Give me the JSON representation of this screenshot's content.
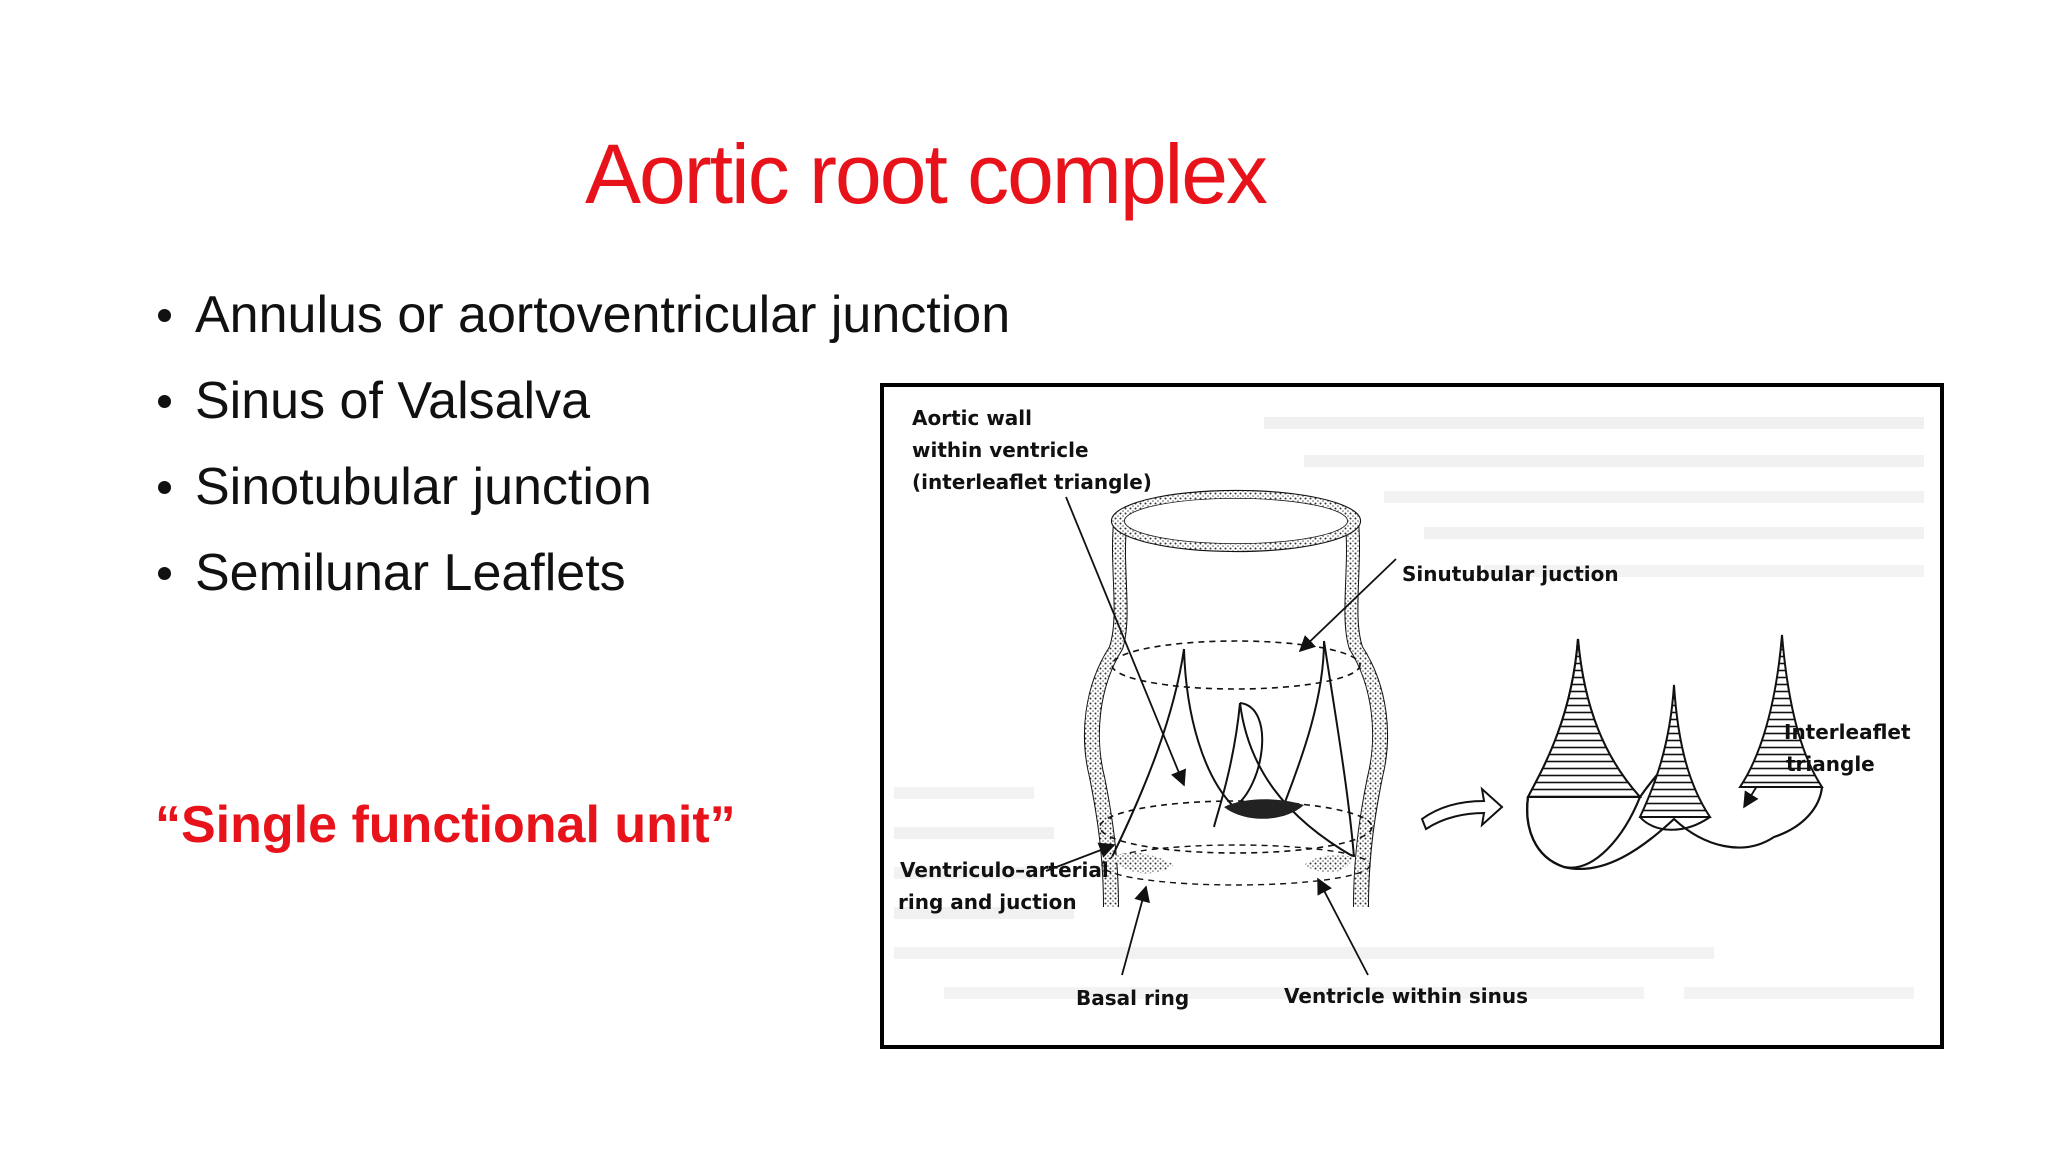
{
  "slide": {
    "title": "Aortic root complex",
    "bullets": [
      "Annulus or aortoventricular junction",
      "Sinus of Valsalva",
      "Sinotubular junction",
      "Semilunar Leaflets"
    ],
    "emphasis": "“Single functional unit”",
    "colors": {
      "title": "#e8121a",
      "text": "#111111",
      "background": "#ffffff"
    }
  },
  "figure": {
    "labels": {
      "aortic_wall_1": "Aortic wall",
      "aortic_wall_2": "within ventricle",
      "aortic_wall_3": "(interleaflet triangle)",
      "sinotubular": "Sinutubular juction",
      "ventriculo_1": "Ventriculo–arterial",
      "ventriculo_2": "ring and juction",
      "basal_ring": "Basal ring",
      "ventricle_sinus": "Ventricle within sinus",
      "interleaflet_1": "Interleaflet",
      "interleaflet_2": "triangle"
    }
  }
}
